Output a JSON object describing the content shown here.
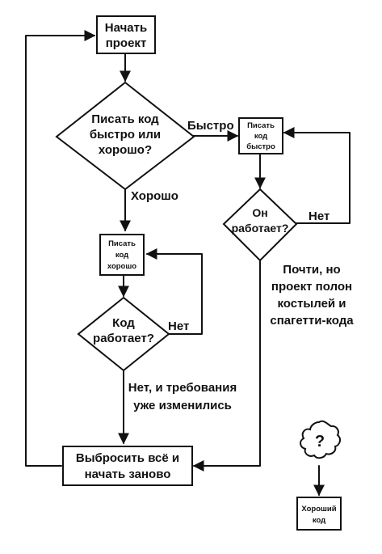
{
  "nodes": {
    "start": [
      "Начать",
      "проект"
    ],
    "decision_main": [
      "Писать код",
      "быстро или",
      "хорошо?"
    ],
    "write_fast": [
      "Писать",
      "код",
      "быстро"
    ],
    "decision_fast_works": [
      "Он",
      "работает?"
    ],
    "write_good": [
      "Писать",
      "код",
      "хорошо"
    ],
    "decision_good_works": [
      "Код",
      "работает?"
    ],
    "restart": [
      "Выбросить всё и",
      "начать заново"
    ],
    "mystery": "?",
    "good_code": [
      "Хороший",
      "код"
    ]
  },
  "edge_labels": {
    "fast": "Быстро",
    "good": "Хорошо",
    "fast_no": "Нет",
    "good_no": "Нет",
    "fast_yes": [
      "Почти, но",
      "проект полон",
      "костылей и",
      "спагетти-кода"
    ],
    "good_yes": [
      "Нет, и требования",
      "уже изменились"
    ]
  }
}
